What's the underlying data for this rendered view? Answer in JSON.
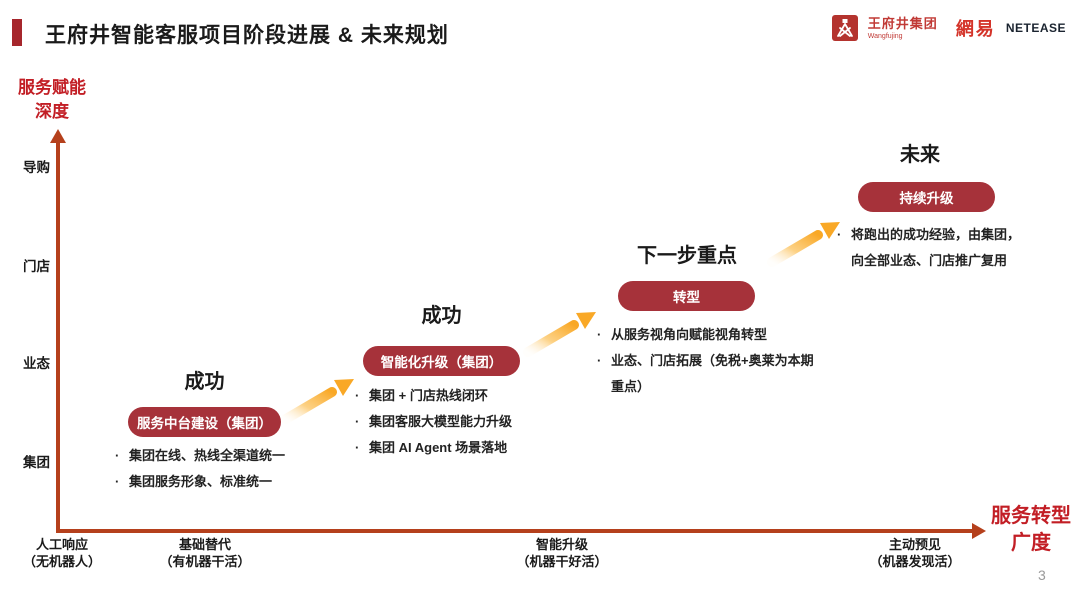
{
  "header": {
    "title": "王府井智能客服项目阶段进展 & 未来规划",
    "logos": {
      "wangfujing_name": "王府井集团",
      "wangfujing_sub": "Wangfujing",
      "netease_cn": "網易",
      "netease_en": "NETEASE"
    }
  },
  "y_axis": {
    "title_line1": "服务赋能",
    "title_line2": "深度",
    "ticks": [
      "导购",
      "门店",
      "业态",
      "集团"
    ]
  },
  "x_axis": {
    "title_line1": "服务转型",
    "title_line2": "广度",
    "ticks": [
      {
        "line1": "人工响应",
        "line2": "（无机器人）"
      },
      {
        "line1": "基础替代",
        "line2": "（有机器干活）"
      },
      {
        "line1": "智能升级",
        "line2": "（机器干好活）"
      },
      {
        "line1": "主动预见",
        "line2": "（机器发现活）"
      }
    ]
  },
  "stages": [
    {
      "heading": "成功",
      "pill": "服务中台建设（集团）",
      "bullets": [
        "集团在线、热线全渠道统一",
        "集团服务形象、标准统一"
      ]
    },
    {
      "heading": "成功",
      "pill": "智能化升级（集团）",
      "bullets": [
        "集团 + 门店热线闭环",
        "集团客服大模型能力升级",
        "集团 AI Agent 场景落地"
      ]
    },
    {
      "heading": "下一步重点",
      "pill": "转型",
      "bullets": [
        "从服务视角向赋能视角转型",
        "业态、门店拓展（免税+奥莱为本期重点）"
      ]
    },
    {
      "heading": "未来",
      "pill": "持续升级",
      "bullets": [
        "将跑出的成功经验，由集团，向全部业态、门店推广复用"
      ]
    }
  ],
  "page_number": "3",
  "colors": {
    "accent_red": "#A6262C",
    "pill_red": "#A6323A",
    "axis_vermilion": "#B5401C",
    "label_red": "#C21E25",
    "arrow_orange": "#F9A826"
  }
}
